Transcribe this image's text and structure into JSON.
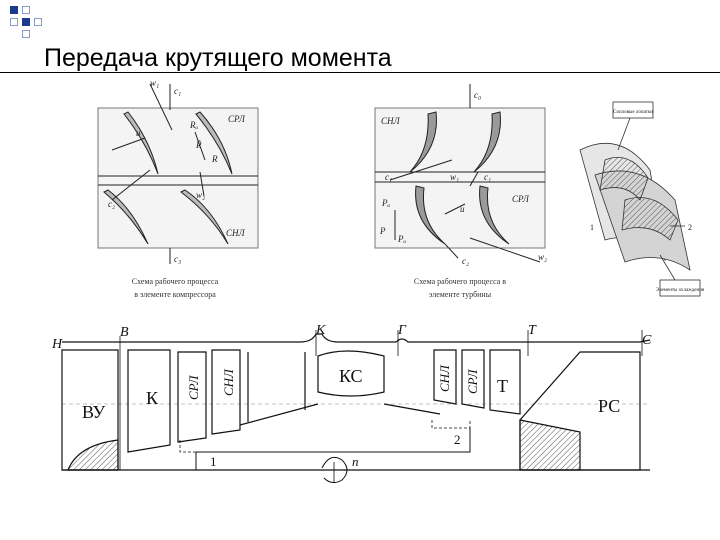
{
  "slide": {
    "title": "Передача крутящего момента"
  },
  "compressor_figure": {
    "caption_line1": "Схема рабочего процесса",
    "caption_line2": "в элементе компрессора",
    "labels": [
      "w₁",
      "c₁",
      "СРЛ",
      "Rₐ",
      "R̄",
      "u",
      "R",
      "c₂",
      "w₂",
      "СНЛ",
      "c₃"
    ]
  },
  "turbine_figure": {
    "caption_line1": "Схема рабочего процесса в",
    "caption_line2": "элементе турбины",
    "labels": [
      "c₀",
      "СНЛ",
      "c₁",
      "w₁",
      "c₁",
      "СРЛ",
      "Pₐ",
      "u",
      "P",
      "Pᵤ",
      "c₂",
      "w₂"
    ]
  },
  "blade_sketch": {
    "label_top": "Сопловые лопатки",
    "label_bottom": "Элементы охлаждения",
    "num1": "1",
    "num2": "2"
  },
  "engine_schematic": {
    "station_labels": [
      "Н",
      "В",
      "К",
      "Г",
      "Т",
      "С"
    ],
    "section_labels": [
      "ВУ",
      "К",
      "СРЛ",
      "СНЛ",
      "КС",
      "СНЛ",
      "СРЛ",
      "Т",
      "РС"
    ],
    "callout_1": "1",
    "callout_2": "2",
    "rotation_label": "n"
  }
}
